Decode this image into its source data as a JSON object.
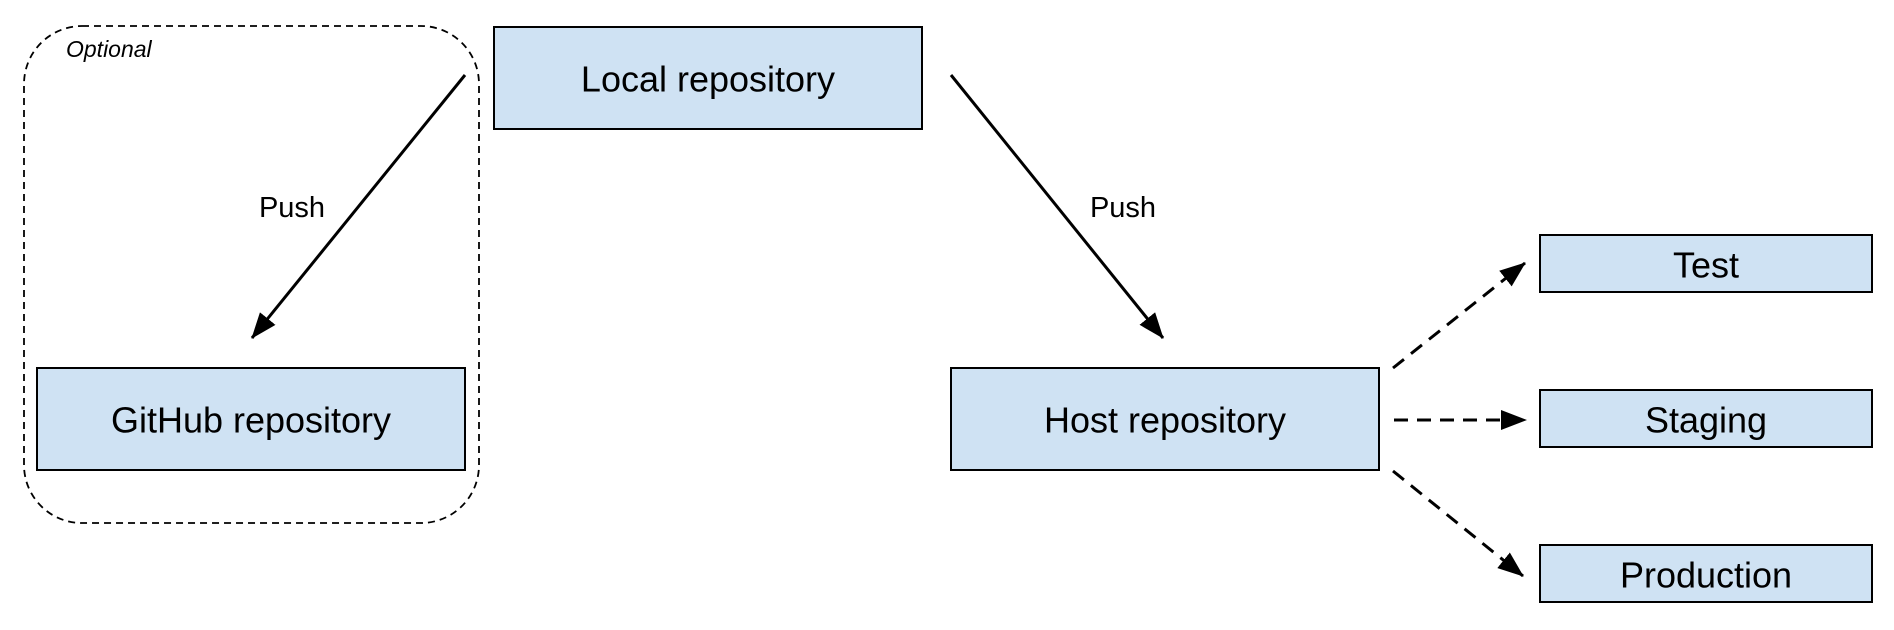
{
  "diagram": {
    "group": {
      "label": "Optional"
    },
    "nodes": {
      "local_repo": "Local repository",
      "github_repo": "GitHub repository",
      "host_repo": "Host repository",
      "test": "Test",
      "staging": "Staging",
      "production": "Production"
    },
    "edges": {
      "local_to_github": "Push",
      "local_to_host": "Push"
    },
    "colors": {
      "node_fill": "#cfe2f3",
      "stroke": "#000000",
      "background": "#ffffff"
    }
  }
}
